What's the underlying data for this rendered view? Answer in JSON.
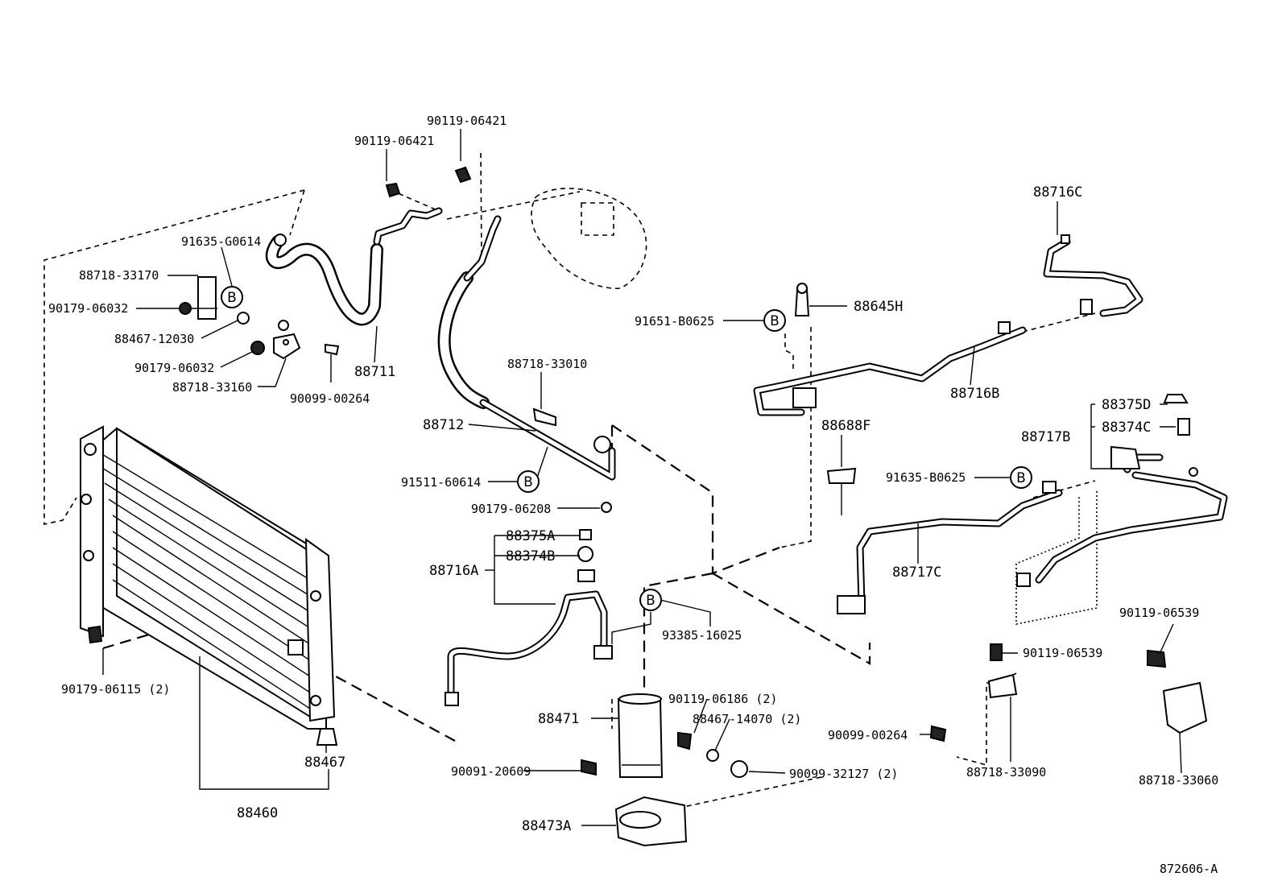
{
  "diagram_id": "872606-A",
  "balloon_letter": "B",
  "labels": {
    "l90119_06421_a": "90119-06421",
    "l90119_06421_b": "90119-06421",
    "l91635_G0614": "91635-G0614",
    "l88718_33170": "88718-33170",
    "l90179_06032_a": "90179-06032",
    "l88467_12030": "88467-12030",
    "l90179_06032_b": "90179-06032",
    "l88718_33160": "88718-33160",
    "l90099_00264_a": "90099-00264",
    "l88711": "88711",
    "l88716C": "88716C",
    "l88645H": "88645H",
    "l91651_B0625": "91651-B0625",
    "l88716B": "88716B",
    "l88718_33010": "88718-33010",
    "l88712": "88712",
    "l91511_60614": "91511-60614",
    "l90179_06208": "90179-06208",
    "l88688F": "88688F",
    "l88375D": "88375D",
    "l88374C": "88374C",
    "l88717B": "88717B",
    "l91635_B0625": "91635-B0625",
    "l88375A": "88375A",
    "l88374B": "88374B",
    "l88716A": "88716A",
    "l88717C": "88717C",
    "l93385_16025": "93385-16025",
    "l90179_06115": "90179-06115 (2)",
    "l90119_06539_a": "90119-06539",
    "l90119_06539_b": "90119-06539",
    "l90119_06186": "90119-06186 (2)",
    "l88467_14070": "88467-14070 (2)",
    "l88471": "88471",
    "l90099_00264_b": "90099-00264",
    "l90091_20609": "90091-20609",
    "l90099_32127": "90099-32127 (2)",
    "l88467": "88467",
    "l88718_33090": "88718-33090",
    "l88718_33060": "88718-33060",
    "l88460": "88460",
    "l88473A": "88473A"
  }
}
